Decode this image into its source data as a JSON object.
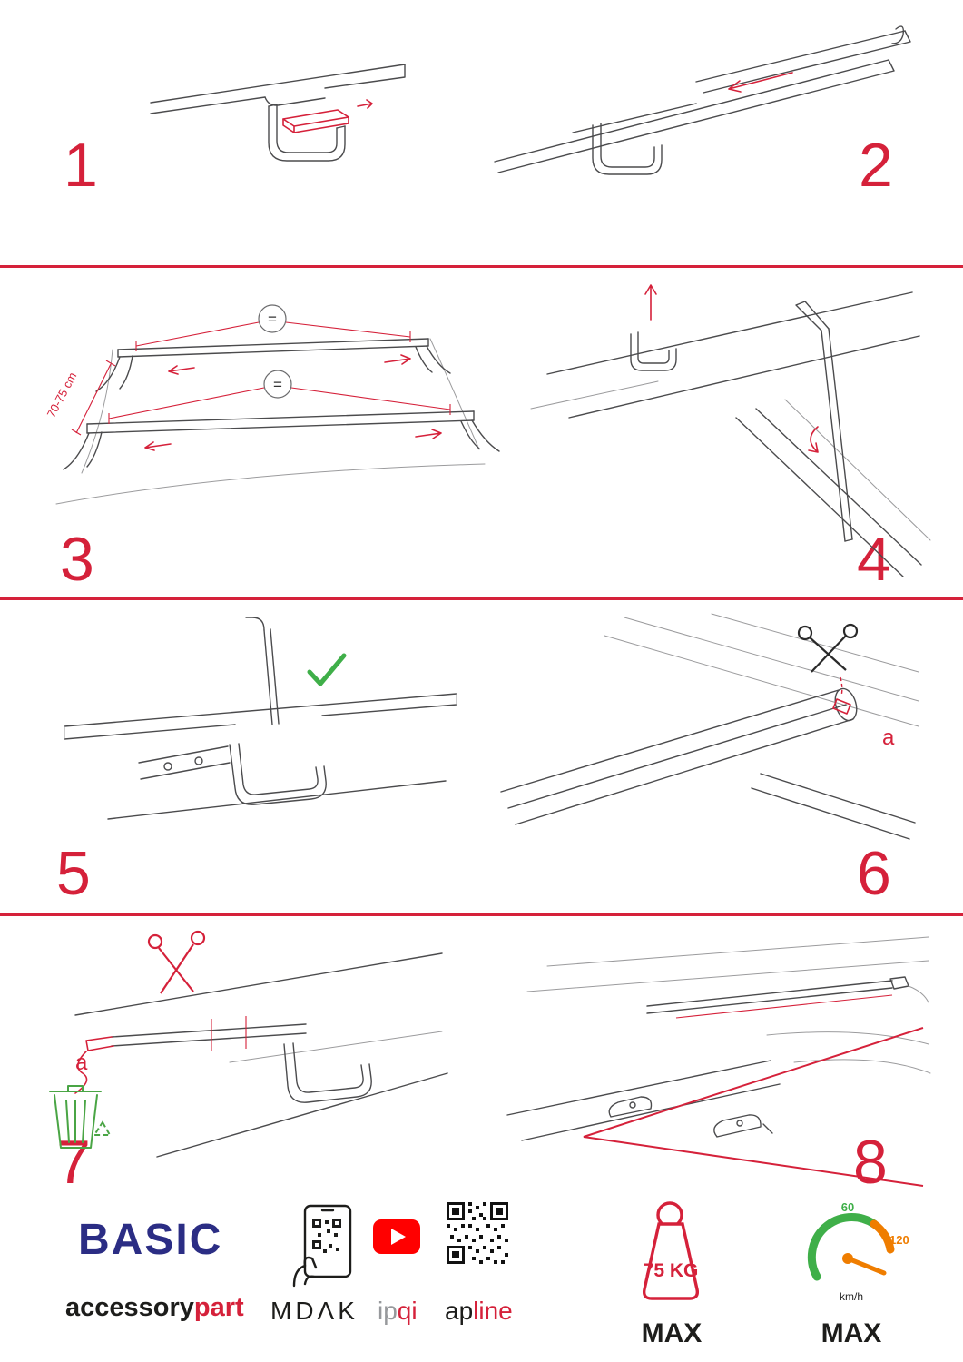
{
  "colors": {
    "accent_red": "#d5213a",
    "brand_blue": "#2b2d84",
    "success_green": "#3faf49",
    "gauge_orange": "#ef7d00",
    "youtube_red": "#ff0000",
    "ink": "#1d1d1b"
  },
  "steps": [
    {
      "number": "1"
    },
    {
      "number": "2"
    },
    {
      "number": "3"
    },
    {
      "number": "4"
    },
    {
      "number": "5"
    },
    {
      "number": "6"
    },
    {
      "number": "7"
    },
    {
      "number": "8"
    }
  ],
  "labels": {
    "equals": "=",
    "dimension": "70-75 cm",
    "part_a": "a"
  },
  "footer": {
    "brand": "BASIC",
    "brand_word_black": "accessory",
    "brand_word_red": "part",
    "partner_mdak": "MDΛK",
    "partner_ipqi_gray": "ip",
    "partner_ipqi_red": "qi",
    "partner_apline_black": "ap",
    "partner_apline_red": "line",
    "weight_value": "75 KG",
    "weight_max": "MAX",
    "speed_low": "60",
    "speed_high": "120",
    "speed_unit": "km/h",
    "speed_max": "MAX"
  }
}
